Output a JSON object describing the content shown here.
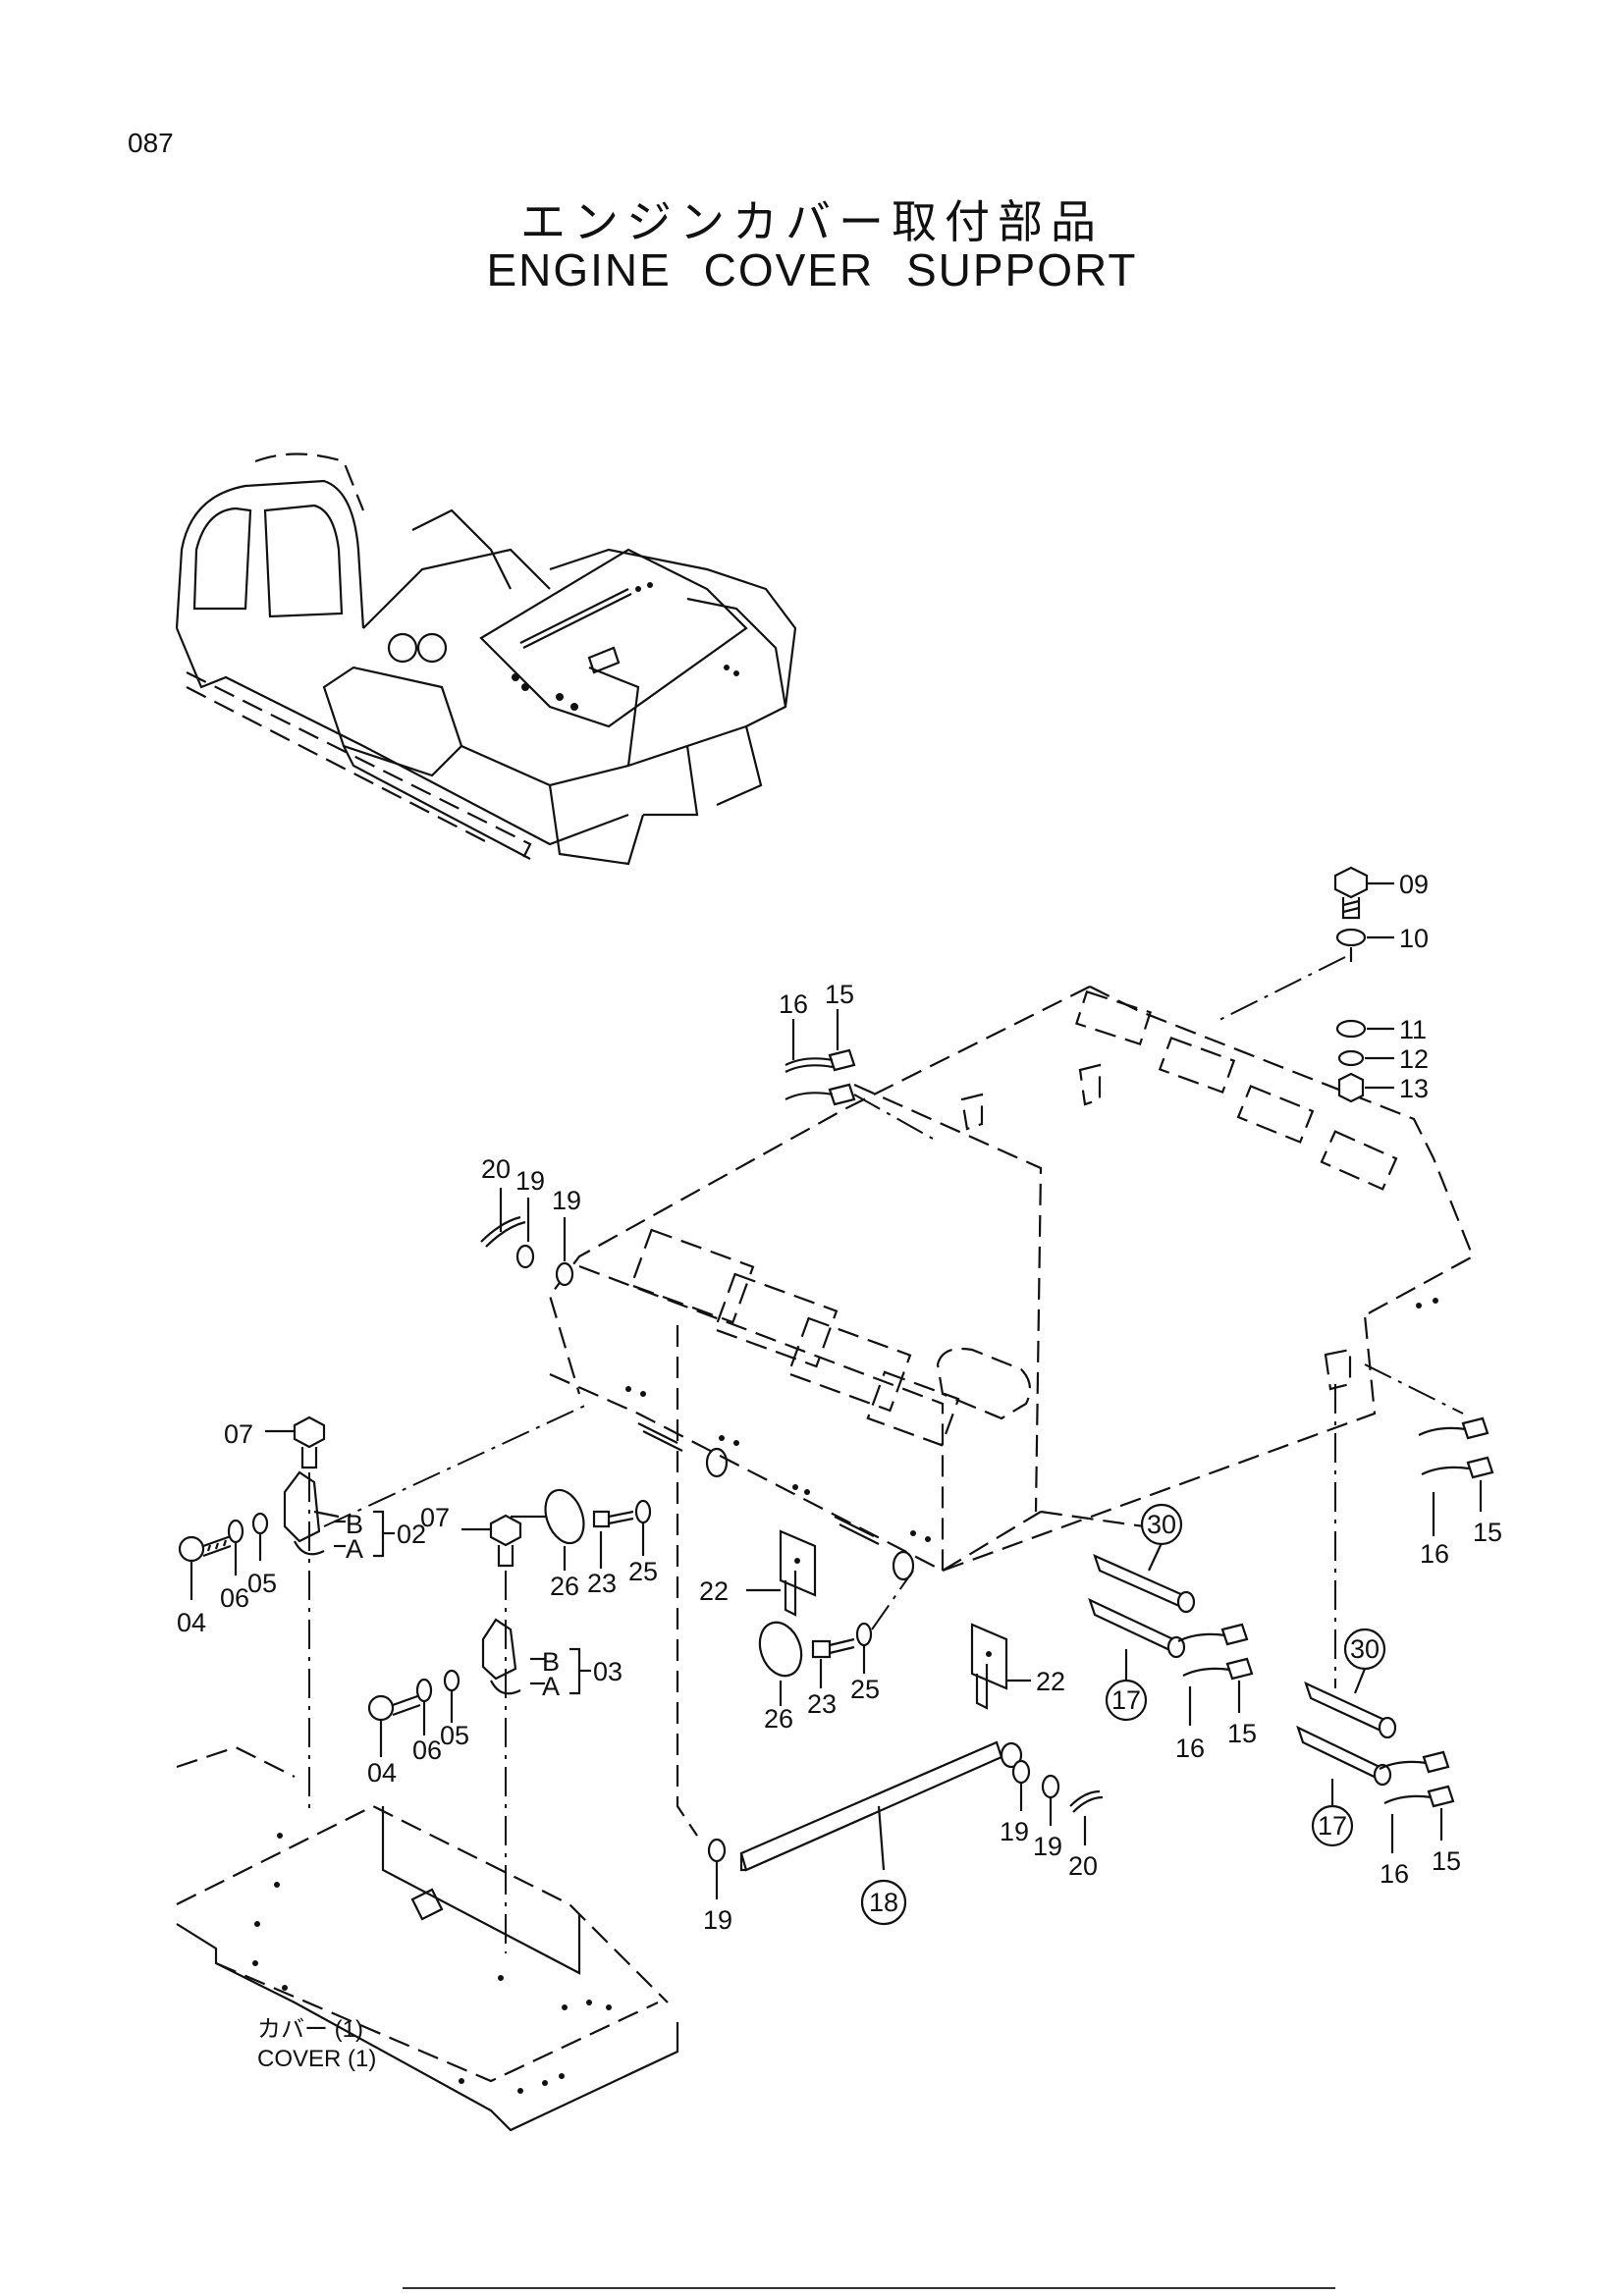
{
  "page_number": "087",
  "title_jp": "エンジンカバー取付部品",
  "title_en": "ENGINE  COVER  SUPPORT",
  "callouts": {
    "p01": "09",
    "p02": "10",
    "p03": "11",
    "p04": "12",
    "p05": "13",
    "p06": "15",
    "p07": "16",
    "p08": "20",
    "p09": "19",
    "p10": "19",
    "p11": "07",
    "p12": "B",
    "p13": "A",
    "p14": "02",
    "p15": "04",
    "p16": "06",
    "p17": "05",
    "p18": "07",
    "p19": "26",
    "p20": "23",
    "p21": "25",
    "p22": "22",
    "p23": "22",
    "p24": "26",
    "p25": "23",
    "p26": "25",
    "p27": "B",
    "p28": "A",
    "p29": "03",
    "p30": "04",
    "p31": "06",
    "p32": "05",
    "p33": "30",
    "p34": "17",
    "p35": "16",
    "p36": "15",
    "p37": "15",
    "p38": "16",
    "p39": "30",
    "p40": "17",
    "p41": "16",
    "p42": "15",
    "p43": "18",
    "p44": "19",
    "p45": "19",
    "p46": "19",
    "p47": "20"
  },
  "cover_jp": "カバー (1)",
  "cover_en": "COVER  (1)"
}
